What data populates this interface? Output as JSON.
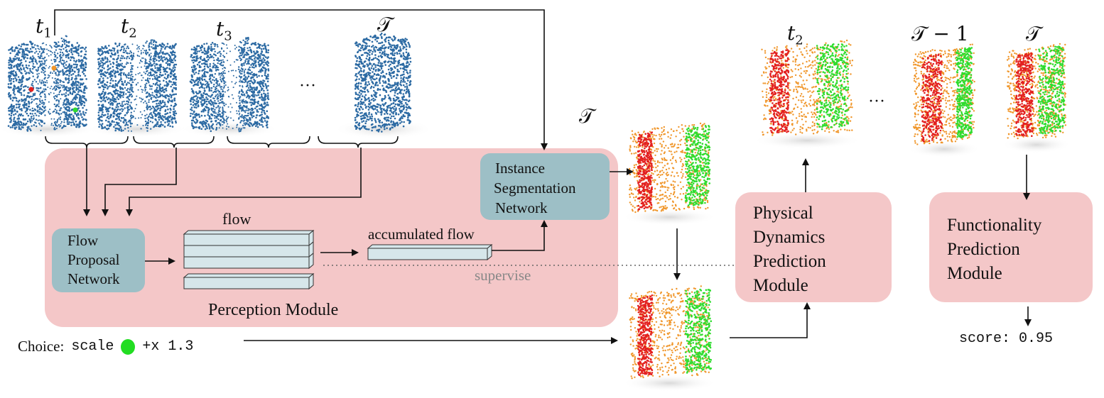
{
  "time_labels_left": {
    "t1": "t",
    "t1_sub": "1",
    "t2": "t",
    "t2_sub": "2",
    "t3": "t",
    "t3_sub": "3",
    "T": "𝒯"
  },
  "ellipsis": "···",
  "perception_module": {
    "title": "Perception Module",
    "flow_proposal_network": [
      "Flow",
      "Proposal",
      "Network"
    ],
    "flow_label": "flow",
    "accumulated_flow_label": "accumulated flow",
    "instance_segmentation_network": [
      "Instance",
      "Segmentation",
      "Network"
    ],
    "supervise_label": "supervise"
  },
  "mid_T_label": "𝒯",
  "physical_dynamics_module": [
    "Physical",
    "Dynamics",
    "Prediction",
    "Module"
  ],
  "time_labels_right": {
    "t2": "t",
    "t2_sub": "2",
    "T_minus_1": "𝒯 − 1",
    "T": "𝒯"
  },
  "functionality_module": [
    "Functionality",
    "Prediction",
    "Module"
  ],
  "choice": {
    "prefix": "Choice:",
    "code_before": "scale",
    "code_after": "+x 1.3",
    "dot_color": "#22dd22"
  },
  "score": "score: 0.95",
  "colors": {
    "module_fill": "#f4c7c8",
    "network_fill": "#9dbfc6",
    "blue_points": "#2c6aa3",
    "orange_points": "#f0962a",
    "red_points": "#e32020",
    "green_points": "#2fdc2f",
    "supervise_gray": "#888888"
  }
}
